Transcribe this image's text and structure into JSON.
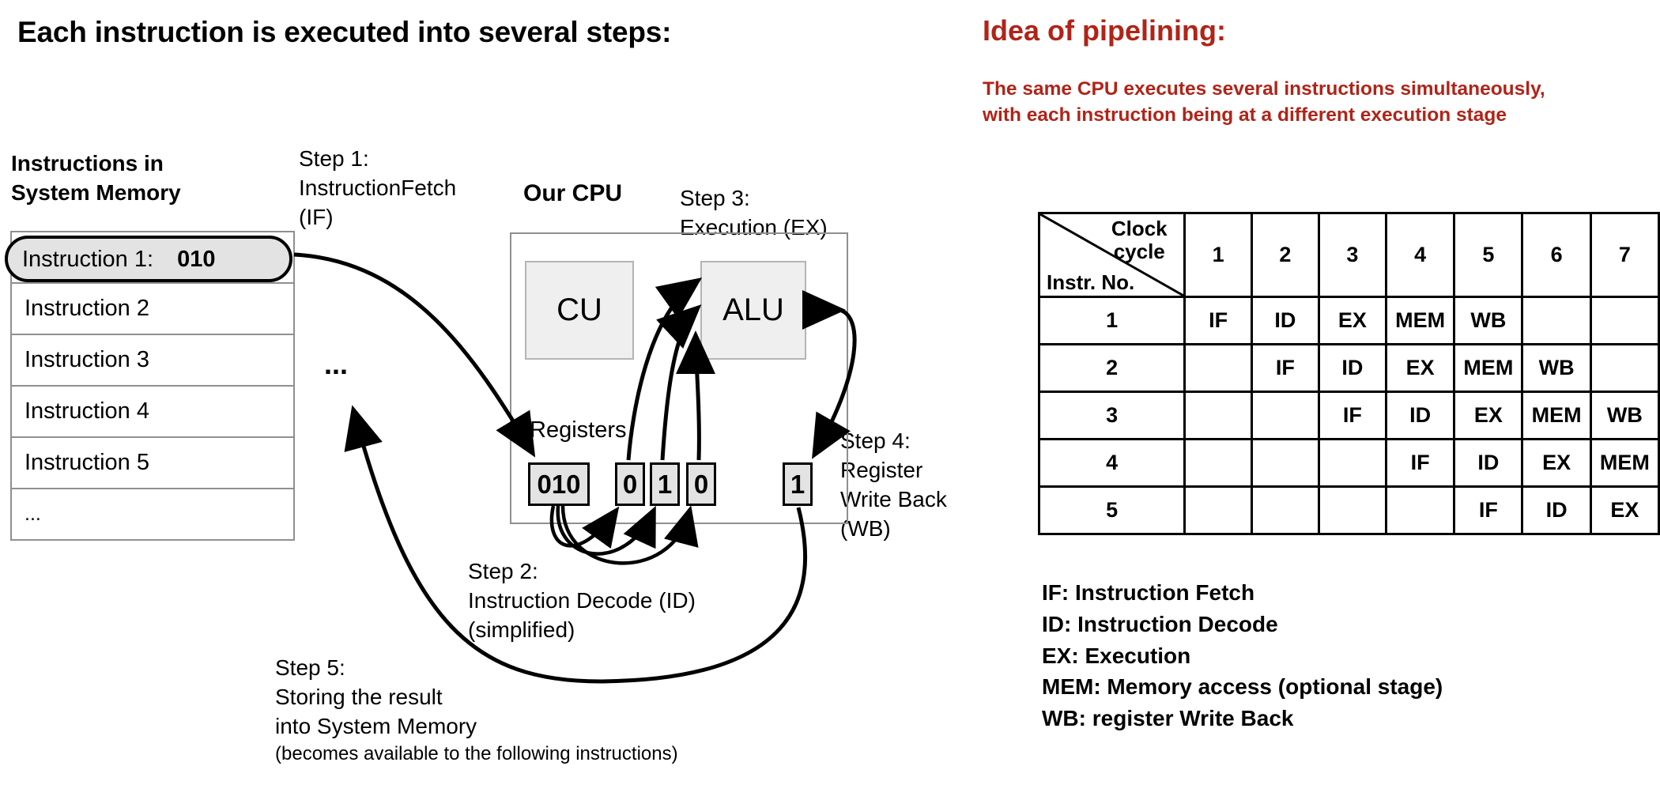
{
  "left": {
    "heading": "Each instruction is executed into several steps:",
    "memory_title_line1": "Instructions in",
    "memory_title_line2": "System Memory",
    "memory_rows": [
      {
        "label": "Instruction 1:",
        "value": "010",
        "highlighted": true
      },
      {
        "label": "Instruction 2",
        "value": "",
        "highlighted": false
      },
      {
        "label": "Instruction 3",
        "value": "",
        "highlighted": false
      },
      {
        "label": "Instruction 4",
        "value": "",
        "highlighted": false
      },
      {
        "label": "Instruction 5",
        "value": "",
        "highlighted": false
      },
      {
        "label": "...",
        "value": "",
        "highlighted": false
      }
    ],
    "ellipsis": "...",
    "steps": {
      "step1_line1": "Step 1:",
      "step1_line2": "InstructionFetch",
      "step1_line3": "(IF)",
      "step2_line1": "Step 2:",
      "step2_line2": "Instruction Decode (ID)",
      "step2_line3": "(simplified)",
      "step3_line1": "Step 3:",
      "step3_line2": "Execution (EX)",
      "step4_line1": "Step 4:",
      "step4_line2": "Register",
      "step4_line3": "Write Back",
      "step4_line4": "(WB)",
      "step5_line1": "Step 5:",
      "step5_line2": "Storing the result",
      "step5_line3": "into System Memory",
      "step5_line4": "(becomes available to the following instructions)"
    },
    "cpu": {
      "title": "Our CPU",
      "cu_label": "CU",
      "alu_label": "ALU",
      "registers_label": "Registers",
      "register_values": [
        "010",
        "0",
        "1",
        "0",
        "1"
      ]
    }
  },
  "right": {
    "heading": "Idea of pipelining:",
    "subheading_line1": "The same CPU executes several instructions simultaneously,",
    "subheading_line2": "with each instruction being at a different execution stage",
    "accent_color": "#B02418",
    "legend": [
      "IF: Instruction Fetch",
      "ID: Instruction Decode",
      "EX: Execution",
      "MEM: Memory access (optional stage)",
      "WB: register Write Back"
    ]
  },
  "chart_data": {
    "type": "table",
    "title": "Pipelining clock cycle table",
    "corner_label_top": "Clock cycle",
    "corner_label_bottom": "Instr. No.",
    "categories": [
      "1",
      "2",
      "3",
      "4",
      "5",
      "6",
      "7"
    ],
    "row_headers": [
      "1",
      "2",
      "3",
      "4",
      "5"
    ],
    "rows": [
      [
        "IF",
        "ID",
        "EX",
        "MEM",
        "WB",
        "",
        ""
      ],
      [
        "",
        "IF",
        "ID",
        "EX",
        "MEM",
        "WB",
        ""
      ],
      [
        "",
        "",
        "IF",
        "ID",
        "EX",
        "MEM",
        "WB"
      ],
      [
        "",
        "",
        "",
        "IF",
        "ID",
        "EX",
        "MEM"
      ],
      [
        "",
        "",
        "",
        "",
        "IF",
        "ID",
        "EX"
      ]
    ],
    "xlabel": "Clock cycle",
    "ylabel": "Instr. No.",
    "grid": true,
    "legend_position": "below"
  }
}
